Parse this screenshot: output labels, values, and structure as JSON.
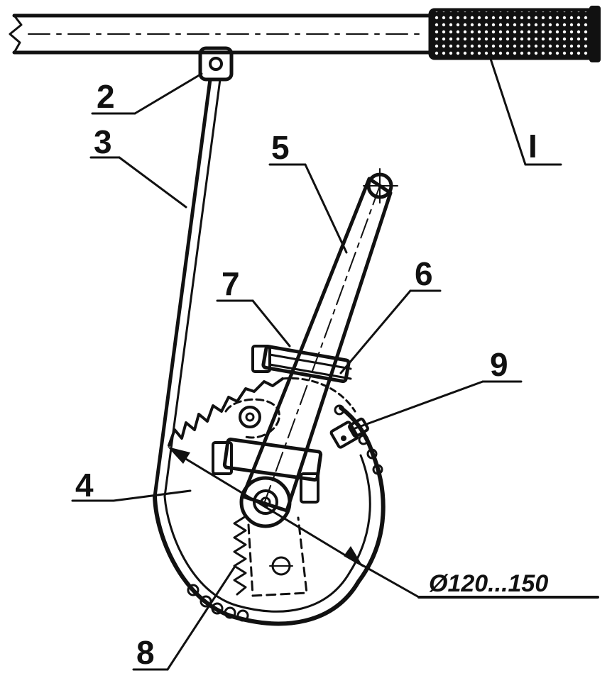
{
  "callouts": {
    "c1": "I",
    "c2": "2",
    "c3": "3",
    "c4": "4",
    "c5": "5",
    "c6": "6",
    "c7": "7",
    "c8": "8",
    "c9": "9"
  },
  "dimension": "Ø120...150",
  "colors": {
    "ink": "#111111",
    "paper": "#ffffff"
  }
}
